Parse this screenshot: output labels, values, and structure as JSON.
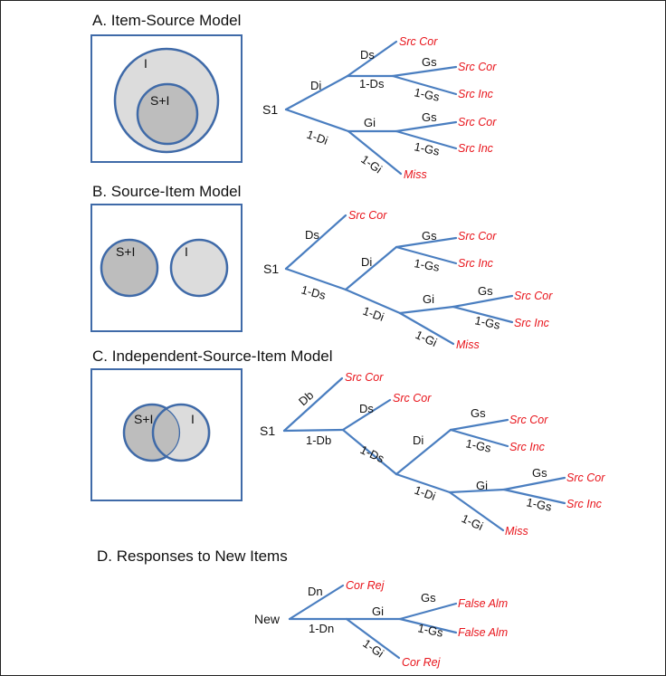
{
  "sections": [
    {
      "title": "A. Item-Source Model",
      "venn": {
        "labels": [
          "I",
          "S+I"
        ]
      },
      "tree": {
        "root": "S1",
        "branches": [
          "Di",
          "1-Di",
          "Ds",
          "1-Ds",
          "Gs",
          "1-Gs",
          "Gi",
          "Gs",
          "1-Gs",
          "1-Gi"
        ],
        "outcomes": [
          "Src Cor",
          "Src Cor",
          "Src Inc",
          "Src Cor",
          "Src Inc",
          "Miss"
        ]
      }
    },
    {
      "title": "B. Source-Item Model",
      "venn": {
        "labels": [
          "S+I",
          "I"
        ]
      },
      "tree": {
        "root": "S1",
        "branches": [
          "Ds",
          "1-Ds",
          "Di",
          "1-Di",
          "Gs",
          "1-Gs",
          "Gi",
          "1-Gi",
          "Gs",
          "1-Gs"
        ],
        "outcomes": [
          "Src Cor",
          "Src Cor",
          "Src Inc",
          "Src Cor",
          "Src Inc",
          "Miss"
        ]
      }
    },
    {
      "title": "C. Independent-Source-Item Model",
      "venn": {
        "labels": [
          "S+I",
          "I"
        ]
      },
      "tree": {
        "root": "S1",
        "branches": [
          "Db",
          "1-Db",
          "Ds",
          "1-Ds",
          "Di",
          "1-Di",
          "Gs",
          "1-Gs",
          "Gi",
          "1-Gi",
          "Gs",
          "1-Gs"
        ],
        "outcomes": [
          "Src Cor",
          "Src Cor",
          "Src Cor",
          "Src Inc",
          "Src Cor",
          "Src Inc",
          "Miss"
        ]
      }
    },
    {
      "title": "D.  Responses to New Items",
      "tree": {
        "root": "New",
        "branches": [
          "Dn",
          "1-Dn",
          "Gi",
          "1-Gi",
          "Gs",
          "1-Gs"
        ],
        "outcomes": [
          "Cor Rej",
          "False Alm",
          "False Alm",
          "Cor Rej"
        ]
      }
    }
  ],
  "colors": {
    "branch": "#4a7ec0",
    "outcome": "#e8141b",
    "venn_outline": "#3f6aa8",
    "venn_light": "#dcdcdc",
    "venn_dark": "#bdbdbd"
  }
}
